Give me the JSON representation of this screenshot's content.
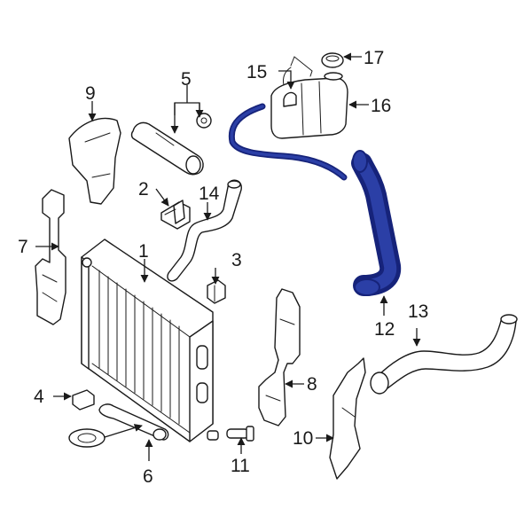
{
  "diagram": {
    "highlight_color": "#2b3fa6",
    "highlight_shade": "#16237a",
    "callouts": [
      "1",
      "2",
      "3",
      "4",
      "5",
      "6",
      "7",
      "8",
      "9",
      "10",
      "11",
      "12",
      "13",
      "14",
      "15",
      "16",
      "17"
    ]
  }
}
